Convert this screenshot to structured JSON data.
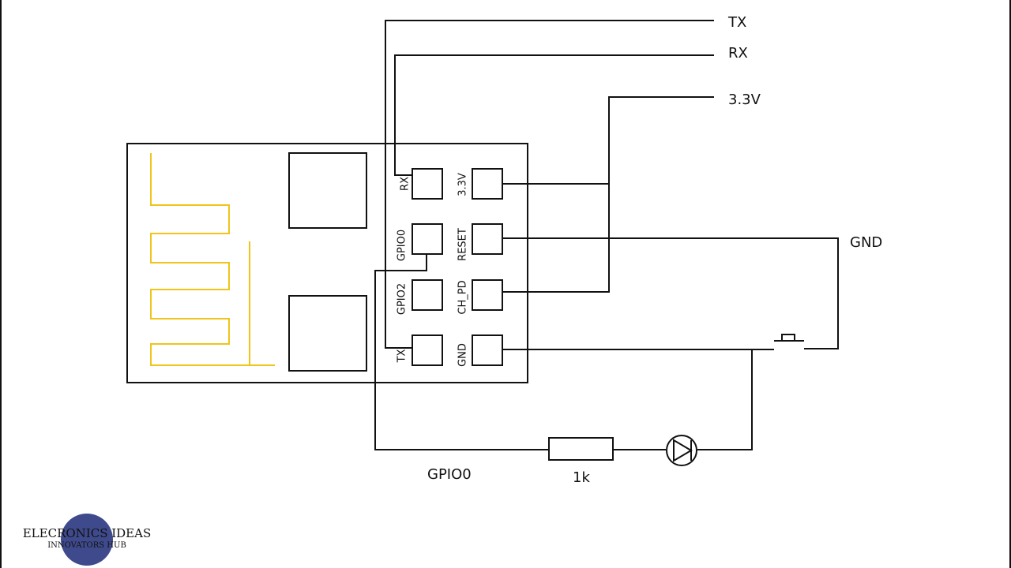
{
  "signals": {
    "tx": "TX",
    "rx": "RX",
    "vcc": "3.3V",
    "gnd": "GND",
    "gpio0": "GPIO0",
    "resistor": "1k"
  },
  "pins": {
    "rx": "RX",
    "vcc": "3.3V",
    "gpio0": "GPIO0",
    "reset": "RESET",
    "gpio2": "GPIO2",
    "ch_pd": "CH_PD",
    "tx": "TX",
    "gnd": "GND"
  },
  "logo": {
    "title": "ELECRONICS IDEAS",
    "subtitle": "INNOVATORS HUB",
    "color": "#3f4a8c"
  },
  "colors": {
    "antenna": "#f0c419",
    "wire": "#111111"
  }
}
